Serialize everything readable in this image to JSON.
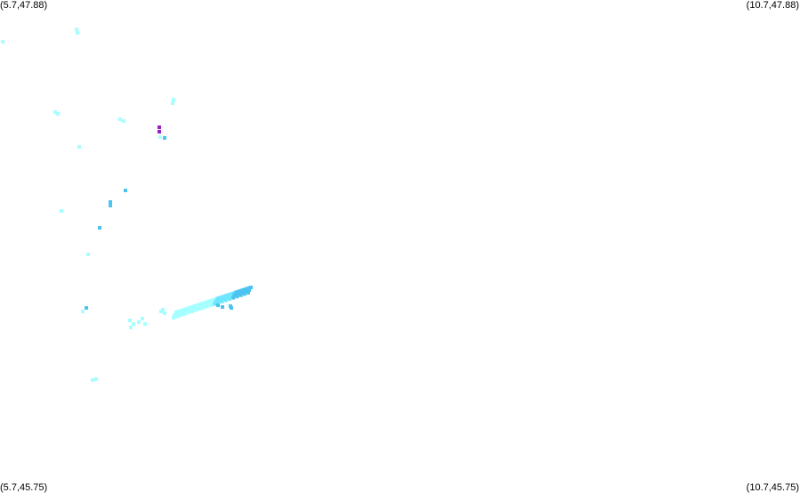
{
  "corners": {
    "top_left": "(5.7,47.88)",
    "top_right": "(10.7,47.88)",
    "bottom_left": "(5.7,45.75)",
    "bottom_right": "(10.7,45.75)"
  },
  "colors": {
    "light_cyan": "#a6ffff",
    "cyan": "#6ee6ff",
    "sky_blue": "#4cc4f0",
    "magenta": "#9a1ec8"
  }
}
